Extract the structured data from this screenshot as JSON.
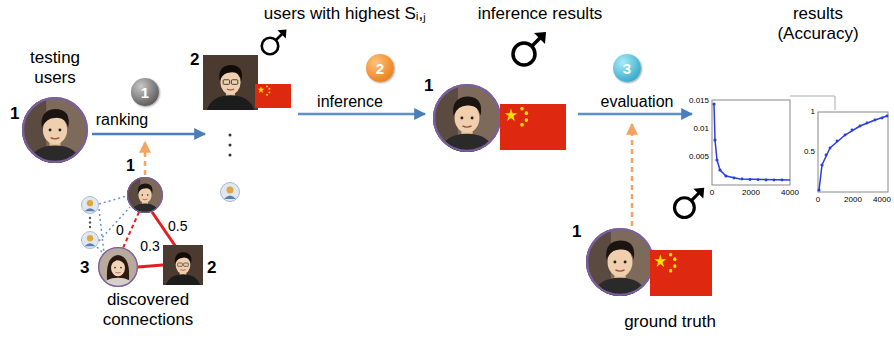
{
  "diagram": {
    "nodes": [
      {
        "text": [
          "1"
        ]
      },
      {
        "text": [
          "2"
        ]
      },
      {
        "text": [
          "3"
        ]
      }
    ],
    "labels": [
      "users with highest Sᵢ,ⱼ",
      "inference results",
      "results (Accuracy)",
      "testing users",
      "1",
      "2",
      "ranking",
      "inference",
      "1",
      "evaluation",
      "0.015",
      "0.01",
      "0.005",
      "0",
      "2000",
      "4000",
      "1",
      "0.5",
      "0",
      "2000",
      "4000",
      "1",
      "0",
      "0.5",
      "0.3",
      "3",
      "2",
      "discovered connections",
      "1",
      "ground truth"
    ]
  }
}
